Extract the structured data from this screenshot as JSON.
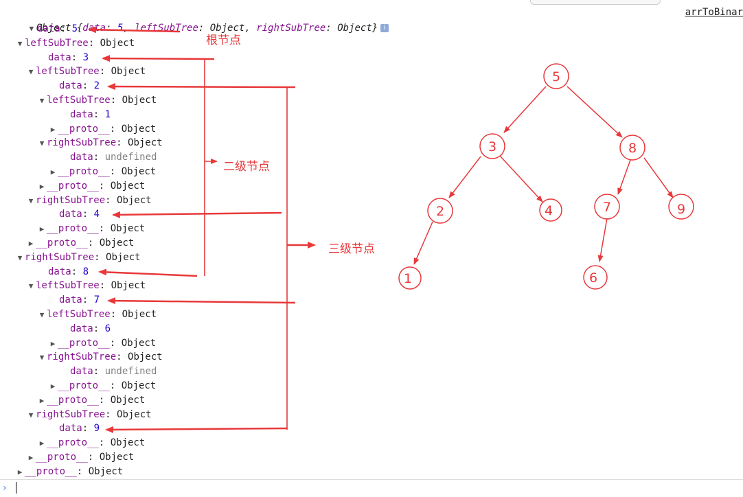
{
  "header": {
    "link_text": "arrToBinar"
  },
  "console": {
    "root_summary": {
      "prefix": "Object {",
      "data_key": "data",
      "data_val": "5",
      "left_key": "leftSubTree",
      "left_val": "Object",
      "right_key": "rightSubTree",
      "right_val": "Object",
      "suffix": "}"
    },
    "lines": [
      {
        "key": "data",
        "sep": ": ",
        "val": "5",
        "type": "num"
      },
      {
        "key": "leftSubTree",
        "sep": ": ",
        "val": "Object",
        "type": "obj"
      },
      {
        "key": "data",
        "sep": ": ",
        "val": "3",
        "type": "num"
      },
      {
        "key": "leftSubTree",
        "sep": ": ",
        "val": "Object",
        "type": "obj"
      },
      {
        "key": "data",
        "sep": ": ",
        "val": "2",
        "type": "num"
      },
      {
        "key": "leftSubTree",
        "sep": ": ",
        "val": "Object",
        "type": "obj"
      },
      {
        "key": "data",
        "sep": ": ",
        "val": "1",
        "type": "num"
      },
      {
        "key": "__proto__",
        "sep": ": ",
        "val": "Object",
        "type": "obj"
      },
      {
        "key": "rightSubTree",
        "sep": ": ",
        "val": "Object",
        "type": "obj"
      },
      {
        "key": "data",
        "sep": ": ",
        "val": "undefined",
        "type": "undef"
      },
      {
        "key": "__proto__",
        "sep": ": ",
        "val": "Object",
        "type": "obj"
      },
      {
        "key": "__proto__",
        "sep": ": ",
        "val": "Object",
        "type": "obj"
      },
      {
        "key": "rightSubTree",
        "sep": ": ",
        "val": "Object",
        "type": "obj"
      },
      {
        "key": "data",
        "sep": ": ",
        "val": "4",
        "type": "num"
      },
      {
        "key": "__proto__",
        "sep": ": ",
        "val": "Object",
        "type": "obj"
      },
      {
        "key": "__proto__",
        "sep": ": ",
        "val": "Object",
        "type": "obj"
      },
      {
        "key": "rightSubTree",
        "sep": ": ",
        "val": "Object",
        "type": "obj"
      },
      {
        "key": "data",
        "sep": ": ",
        "val": "8",
        "type": "num"
      },
      {
        "key": "leftSubTree",
        "sep": ": ",
        "val": "Object",
        "type": "obj"
      },
      {
        "key": "data",
        "sep": ": ",
        "val": "7",
        "type": "num"
      },
      {
        "key": "leftSubTree",
        "sep": ": ",
        "val": "Object",
        "type": "obj"
      },
      {
        "key": "data",
        "sep": ": ",
        "val": "6",
        "type": "num"
      },
      {
        "key": "__proto__",
        "sep": ": ",
        "val": "Object",
        "type": "obj"
      },
      {
        "key": "rightSubTree",
        "sep": ": ",
        "val": "Object",
        "type": "obj"
      },
      {
        "key": "data",
        "sep": ": ",
        "val": "undefined",
        "type": "undef"
      },
      {
        "key": "__proto__",
        "sep": ": ",
        "val": "Object",
        "type": "obj"
      },
      {
        "key": "__proto__",
        "sep": ": ",
        "val": "Object",
        "type": "obj"
      },
      {
        "key": "rightSubTree",
        "sep": ": ",
        "val": "Object",
        "type": "obj"
      },
      {
        "key": "data",
        "sep": ": ",
        "val": "9",
        "type": "num"
      },
      {
        "key": "__proto__",
        "sep": ": ",
        "val": "Object",
        "type": "obj"
      },
      {
        "key": "__proto__",
        "sep": ": ",
        "val": "Object",
        "type": "obj"
      },
      {
        "key": "__proto__",
        "sep": ": ",
        "val": "Object",
        "type": "obj"
      }
    ]
  },
  "annotations": {
    "root": "根节点",
    "level2": "二级节点",
    "level3": "三级节点"
  },
  "tree": {
    "nodes": [
      "5",
      "3",
      "8",
      "2",
      "4",
      "7",
      "9",
      "1",
      "6"
    ]
  },
  "colors": {
    "annotation": "#e8383a",
    "key": "#881391",
    "number": "#1c00cf",
    "undefined": "#808080"
  },
  "icons": {
    "expand": "triangle-down-icon",
    "collapse": "triangle-right-icon",
    "info": "info-icon",
    "prompt": "chevron-right-icon"
  }
}
